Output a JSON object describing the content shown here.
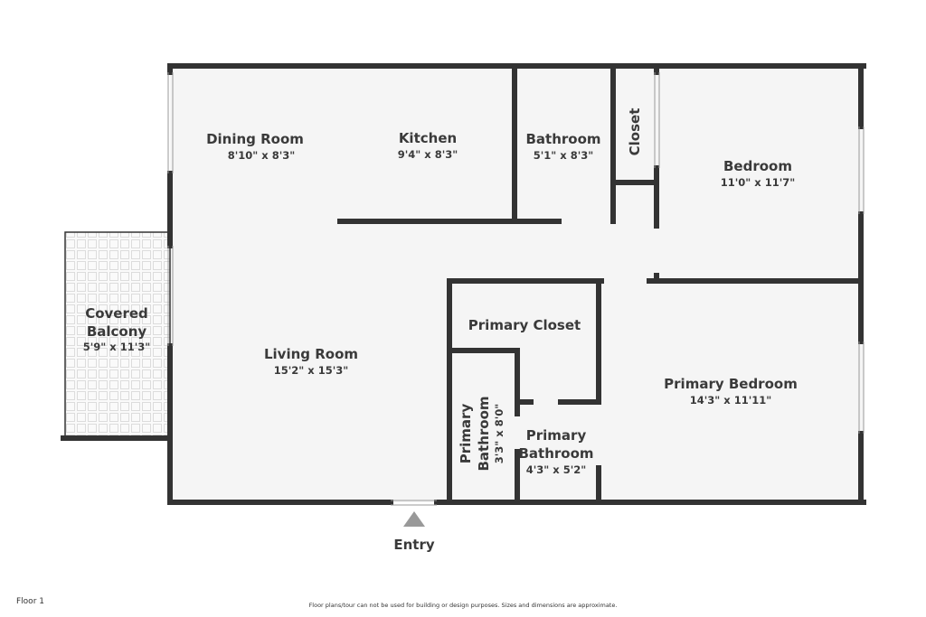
{
  "floor_label": "Floor 1",
  "disclaimer": "Floor plans/tour can not be used for building or design purposes. Sizes and dimensions are approximate.",
  "entry_label": "Entry",
  "colors": {
    "wall": "#333333",
    "floor": "#f5f5f5",
    "balcony_tile": "#dddddd"
  },
  "rooms": {
    "dining": {
      "name": "Dining Room",
      "dims": "8'10\" x 8'3\""
    },
    "kitchen": {
      "name": "Kitchen",
      "dims": "9'4\" x 8'3\""
    },
    "bathroom": {
      "name": "Bathroom",
      "dims": "5'1\" x 8'3\""
    },
    "closet": {
      "name": "Closet"
    },
    "bedroom": {
      "name": "Bedroom",
      "dims": "11'0\" x 11'7\""
    },
    "balcony": {
      "name1": "Covered",
      "name2": "Balcony",
      "dims": "5'9\" x 11'3\""
    },
    "living": {
      "name": "Living Room",
      "dims": "15'2\" x 15'3\""
    },
    "primary_closet": {
      "name": "Primary Closet"
    },
    "primary_bedroom": {
      "name": "Primary Bedroom",
      "dims": "14'3\" x 11'11\""
    },
    "primary_bath_a": {
      "name1": "Primary",
      "name2": "Bathroom",
      "dims": "3'3\" x 8'0\""
    },
    "primary_bath_b": {
      "name1": "Primary",
      "name2": "Bathroom",
      "dims": "4'3\" x 5'2\""
    }
  }
}
